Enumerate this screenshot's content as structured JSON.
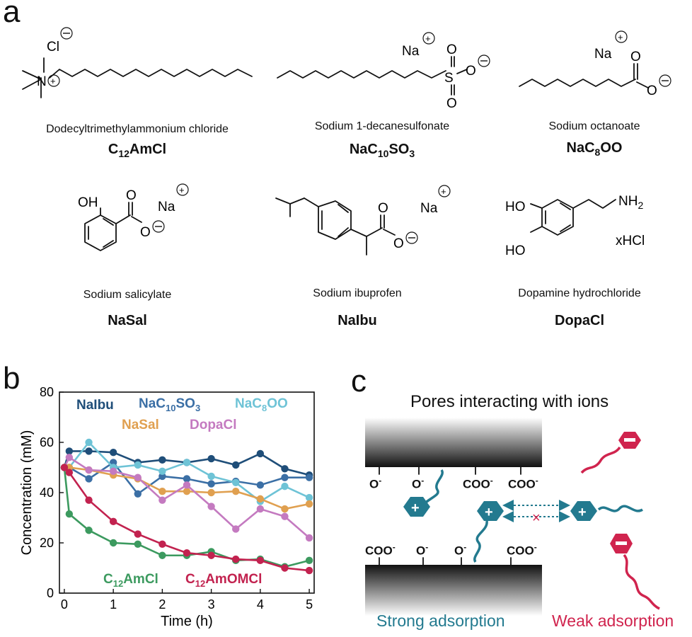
{
  "panel_a": {
    "letter": "a",
    "molecules": [
      {
        "name": "Dodecyltrimethylammonium chloride",
        "abbr_main": "C",
        "abbr_sub": "12",
        "abbr_rest": "AmCl",
        "counter_ion": "Cl"
      },
      {
        "name": "Sodium 1-decanesulfonate",
        "abbr_main": "NaC",
        "abbr_sub": "10",
        "abbr_rest": "SO",
        "abbr_sub2": "3",
        "counter_ion": "Na"
      },
      {
        "name": "Sodium octanoate",
        "abbr_main": "NaC",
        "abbr_sub": "8",
        "abbr_rest": "OO",
        "counter_ion": "Na"
      },
      {
        "name": "Sodium salicylate",
        "abbr": "NaSal",
        "counter_ion": "Na"
      },
      {
        "name": "Sodium ibuprofen",
        "abbr": "NaIbu",
        "counter_ion": "Na"
      },
      {
        "name": "Dopamine hydrochloride",
        "abbr": "DopaCl",
        "counter_ion": "xHCl"
      }
    ],
    "atoms": {
      "N": "N",
      "S": "S",
      "O": "O",
      "OH": "OH",
      "HO": "HO",
      "NH2": "NH",
      "NH2_sub": "2",
      "plus": "+",
      "minus": "−"
    }
  },
  "panel_b": {
    "letter": "b",
    "legend": {
      "naibu": "NaIbu",
      "nac10so3_main": "NaC",
      "nac10so3_sub": "10",
      "nac10so3_rest": "SO",
      "nac10so3_sub2": "3",
      "nac8oo_main": "NaC",
      "nac8oo_sub": "8",
      "nac8oo_rest": "OO",
      "nasal": "NaSal",
      "dopacl": "DopaCl",
      "c12amcl_main": "C",
      "c12amcl_sub": "12",
      "c12amcl_rest": "AmCl",
      "c12amomcl_main": "C",
      "c12amomcl_sub": "12",
      "c12amomcl_rest": "AmOMCl"
    }
  },
  "chart_data": {
    "type": "line",
    "xlabel": "Time (h)",
    "ylabel": "Concentration (mM)",
    "xlim": [
      -0.1,
      5.1
    ],
    "ylim": [
      0,
      80
    ],
    "xticks": [
      0,
      1,
      2,
      3,
      4,
      5
    ],
    "yticks": [
      0,
      20,
      40,
      60,
      80
    ],
    "grid": false,
    "x": [
      0,
      0.1,
      0.5,
      1,
      1.5,
      2,
      2.5,
      3,
      3.5,
      4,
      4.5,
      5
    ],
    "series": [
      {
        "name": "NaIbu",
        "color": "#1f4e79",
        "values": [
          50,
          56.5,
          56.5,
          56,
          52,
          53,
          52,
          53.5,
          51,
          55.5,
          49.5,
          47
        ]
      },
      {
        "name": "NaC10SO3",
        "color": "#3b6fa5",
        "values": [
          50,
          50,
          45.5,
          52,
          39.5,
          46.5,
          45.5,
          43.5,
          44.5,
          43,
          46,
          46
        ]
      },
      {
        "name": "NaC8OO",
        "color": "#6ec3d6",
        "values": [
          50,
          50,
          60,
          50,
          51,
          48.5,
          52,
          46.5,
          44,
          36.5,
          42.5,
          38
        ]
      },
      {
        "name": "NaSal",
        "color": "#e0a050",
        "values": [
          50,
          50,
          49,
          47,
          45.5,
          40.5,
          40.5,
          40,
          40.5,
          37.5,
          33.5,
          35.5
        ]
      },
      {
        "name": "DopaCl",
        "color": "#c47ac0",
        "values": [
          50,
          54,
          49,
          48.5,
          46,
          37,
          43,
          34.5,
          25.5,
          33.5,
          30.5,
          22
        ]
      },
      {
        "name": "C12AmCl",
        "color": "#3c9a5f",
        "values": [
          50,
          31.5,
          25,
          20,
          19.5,
          15,
          15,
          16.5,
          13,
          13.5,
          10.5,
          13
        ]
      },
      {
        "name": "C12AmOMCl",
        "color": "#c2224f",
        "values": [
          50,
          48,
          37,
          28.5,
          23.5,
          19.5,
          16,
          15,
          13.5,
          13,
          10,
          9
        ]
      }
    ]
  },
  "panel_c": {
    "letter": "c",
    "title": "Pores interacting with ions",
    "groups": {
      "o": "O",
      "coo": "COO",
      "minus": "-"
    },
    "strong": "Strong adsorption",
    "weak": "Weak adsorption",
    "colors": {
      "cation": "#237a8f",
      "anion": "#d0244e",
      "cross": "#d0244e"
    },
    "cross_mark": "×"
  }
}
